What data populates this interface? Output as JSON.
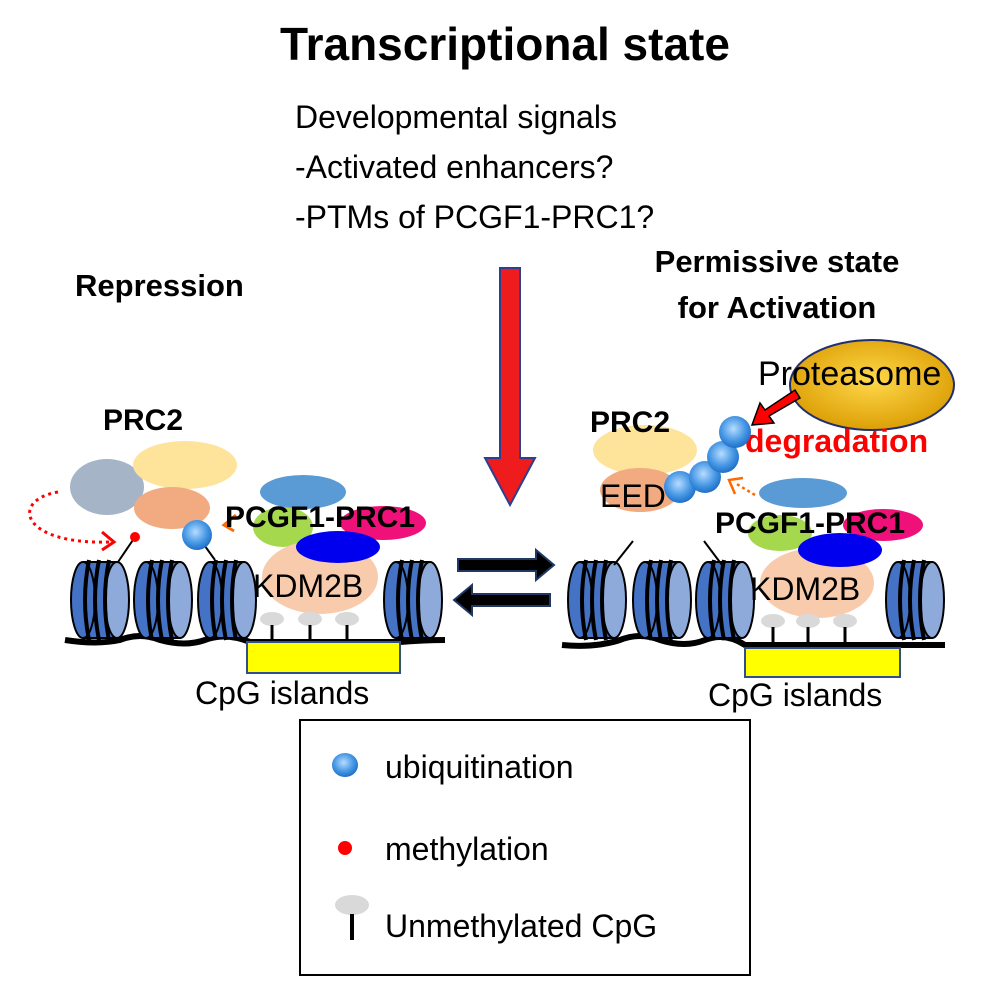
{
  "title": "Transcriptional state",
  "signals": {
    "line1": "Developmental signals",
    "line2": "-Activated enhancers?",
    "line3": "-PTMs of PCGF1-PRC1?"
  },
  "left": {
    "state_label": "Repression",
    "prc2_label": "PRC2",
    "prc1_label": "PCGF1-PRC1",
    "kdm2b_label": "KDM2B",
    "cpg_label": "CpG islands"
  },
  "right": {
    "state_label_line1": "Permissive state",
    "state_label_line2": "for Activation",
    "proteasome_label": "Proteasome",
    "degradation_label": "degradation",
    "prc2_label": "PRC2",
    "eed_label": "EED",
    "prc1_label": "PCGF1-PRC1",
    "kdm2b_label": "KDM2B",
    "cpg_label": "CpG islands"
  },
  "legend": {
    "items": [
      {
        "icon": "ubiquitin-ball-icon",
        "label": "ubiquitination"
      },
      {
        "icon": "methyl-dot-icon",
        "label": "methylation"
      },
      {
        "icon": "unmethylated-cpg-lollipop-icon",
        "label": "Unmethylated CpG"
      }
    ]
  },
  "colors": {
    "signal_arrow": "#ee1c1c",
    "degradation_text": "#ff0000",
    "nucleosome": "#4472c4",
    "cpg_island": "#ffff00",
    "proteasome": "#f0b020",
    "ubiquitin": "#3a8ee0",
    "methylation": "#ff0000"
  }
}
